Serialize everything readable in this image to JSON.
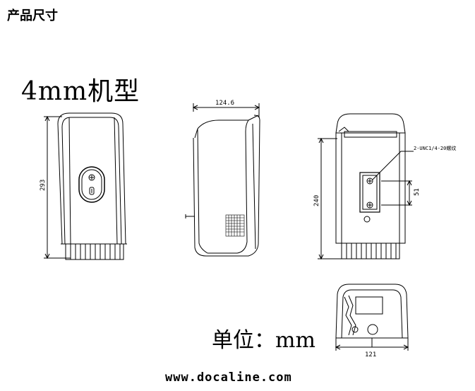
{
  "page_title": "产品尺寸",
  "model_label": "4mm机型",
  "unit_label": "单位：mm",
  "website": "www.docaline.com",
  "dimensions": {
    "front_height": "293",
    "side_width": "124.6",
    "rear_height": "240",
    "rear_spacing": "51",
    "mount_note": "2-UNC1/4-20螺纹",
    "bottom_width": "121"
  }
}
